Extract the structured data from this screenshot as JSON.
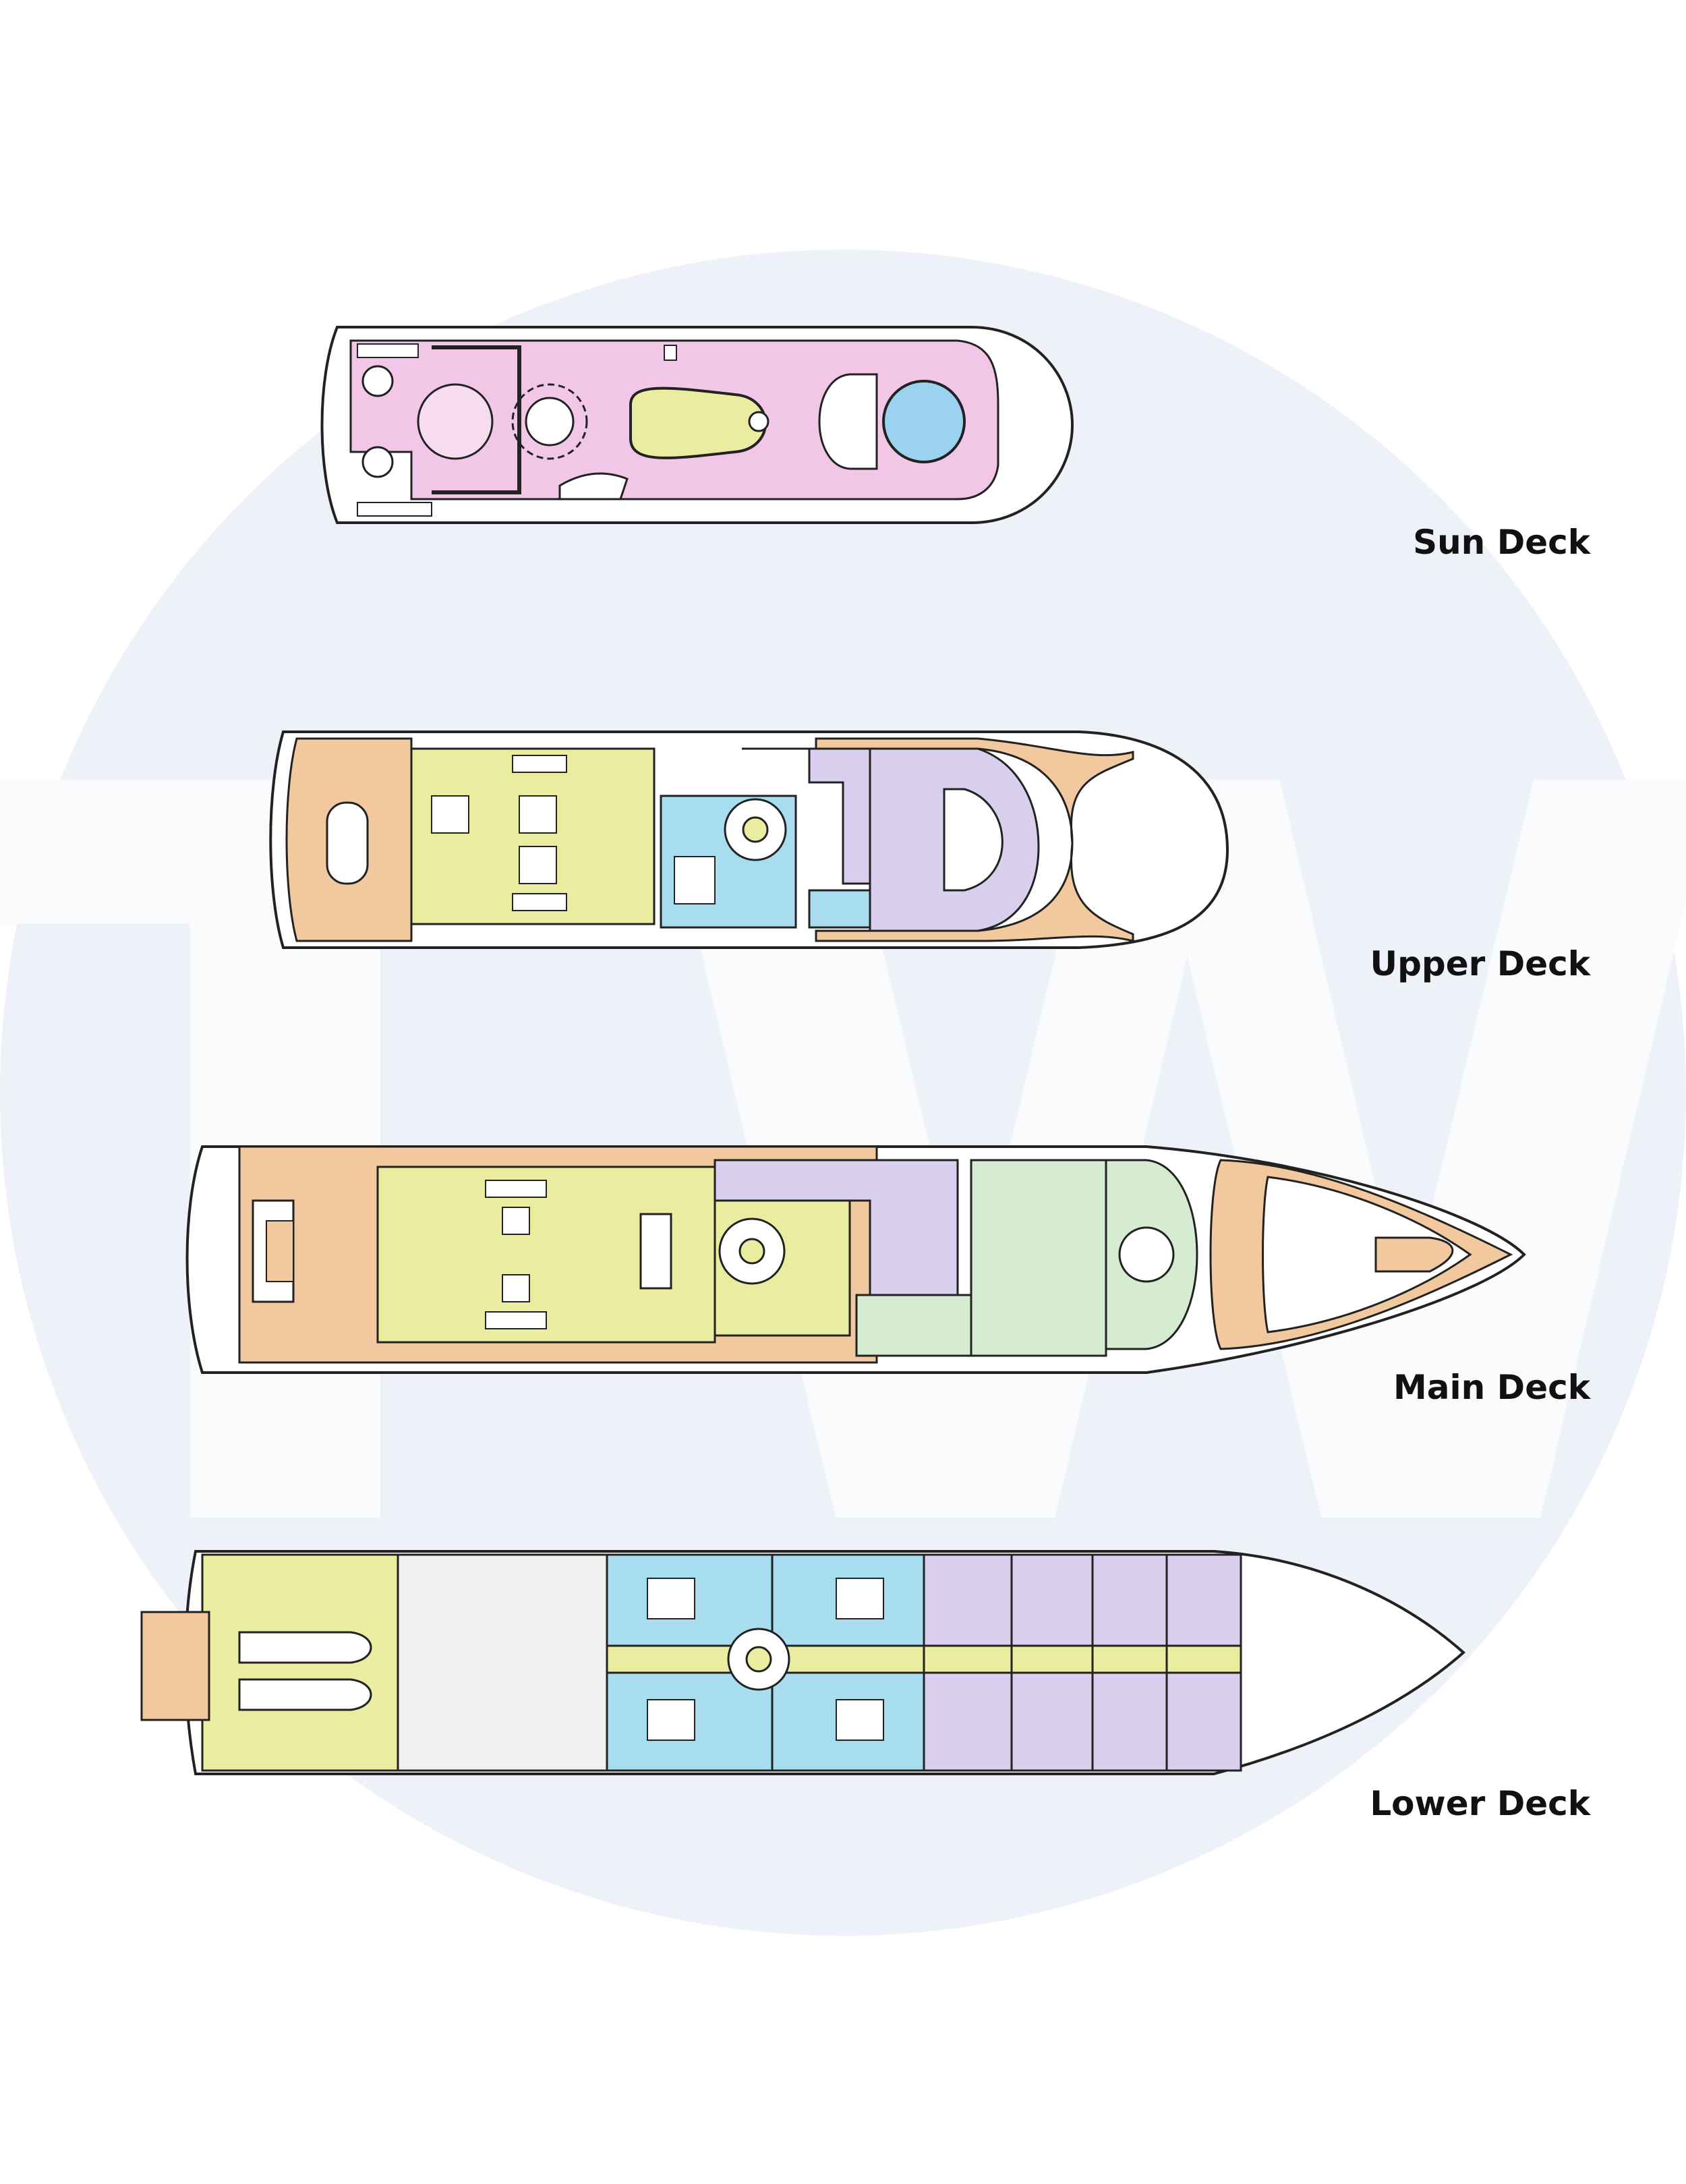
{
  "decks": [
    {
      "id": "sun",
      "label": "Sun Deck"
    },
    {
      "id": "upper",
      "label": "Upper Deck"
    },
    {
      "id": "main",
      "label": "Main Deck"
    },
    {
      "id": "lower",
      "label": "Lower Deck"
    }
  ],
  "watermark": {
    "text": "TW",
    "color": "#eef2f8",
    "letter_color": "#fafbfd"
  },
  "colors": {
    "outline": "#222222",
    "hull_white": "#ffffff",
    "pink_deck": "#f2c6e6",
    "yellow_salon": "#eaeda0",
    "blue_guest": "#a8dcef",
    "orange_exterior": "#f2c99e",
    "lavender_crew": "#d8cfee",
    "green_galley": "#d5ecd0",
    "light_grey": "#f1f1f1",
    "pool_blue": "#9ad2f0",
    "furniture_fill": "#ffffff"
  }
}
